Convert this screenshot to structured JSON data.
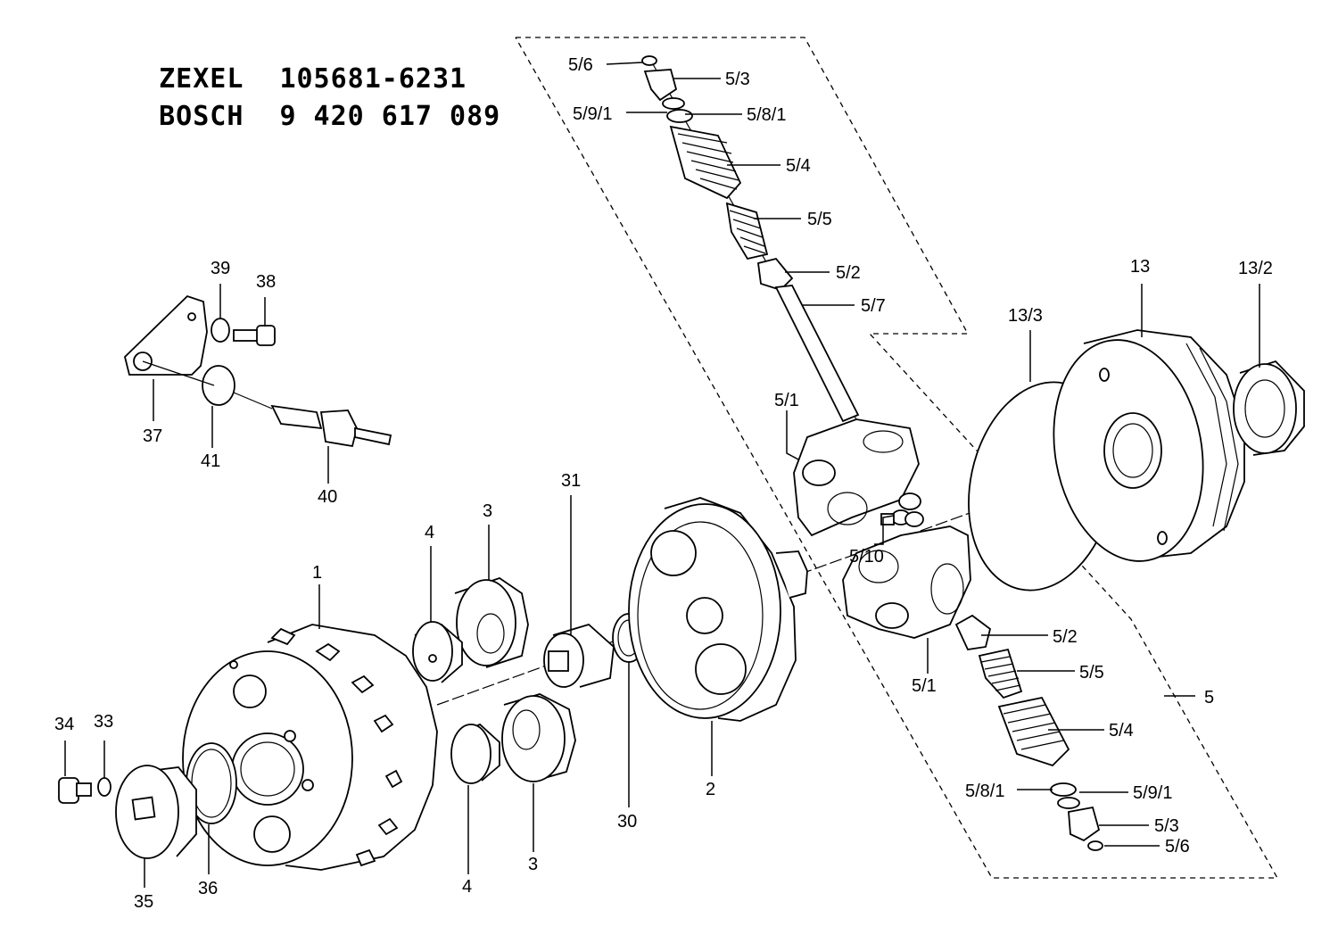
{
  "header": {
    "line1_brand": "ZEXEL",
    "line1_number": "105681-6231",
    "line2_brand": "BOSCH",
    "line2_number": "9 420 617 089"
  },
  "labels": {
    "l_5_6_top": "5/6",
    "l_5_3_top": "5/3",
    "l_5_9_1_top": "5/9/1",
    "l_5_8_1_top": "5/8/1",
    "l_5_4_top": "5/4",
    "l_5_5_top": "5/5",
    "l_5_2_top": "5/2",
    "l_5_7": "5/7",
    "l_5_1_top": "5/1",
    "l_5_10": "5/10",
    "l_5_1_bot": "5/1",
    "l_5_2_bot": "5/2",
    "l_5_5_bot": "5/5",
    "l_5": "5",
    "l_5_4_bot": "5/4",
    "l_5_8_1_bot": "5/8/1",
    "l_5_9_1_bot": "5/9/1",
    "l_5_3_bot": "5/3",
    "l_5_6_bot": "5/6",
    "l_13": "13",
    "l_13_2": "13/2",
    "l_13_3": "13/3",
    "l_39": "39",
    "l_38": "38",
    "l_37": "37",
    "l_41": "41",
    "l_40": "40",
    "l_31": "31",
    "l_4_top": "4",
    "l_3_top": "3",
    "l_1": "1",
    "l_30": "30",
    "l_2": "2",
    "l_4_bot": "4",
    "l_3_bot": "3",
    "l_34": "34",
    "l_33": "33",
    "l_35": "35",
    "l_36": "36"
  }
}
